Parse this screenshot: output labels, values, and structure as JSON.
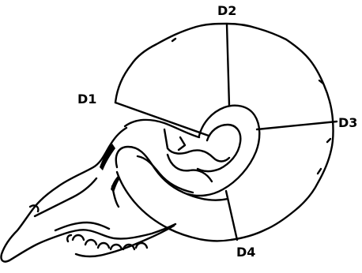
{
  "labels": {
    "d1": "D1",
    "d2": "D2",
    "d3": "D3",
    "d4": "D4"
  },
  "colors": {
    "ink": "#000000",
    "paper": "#ffffff"
  }
}
